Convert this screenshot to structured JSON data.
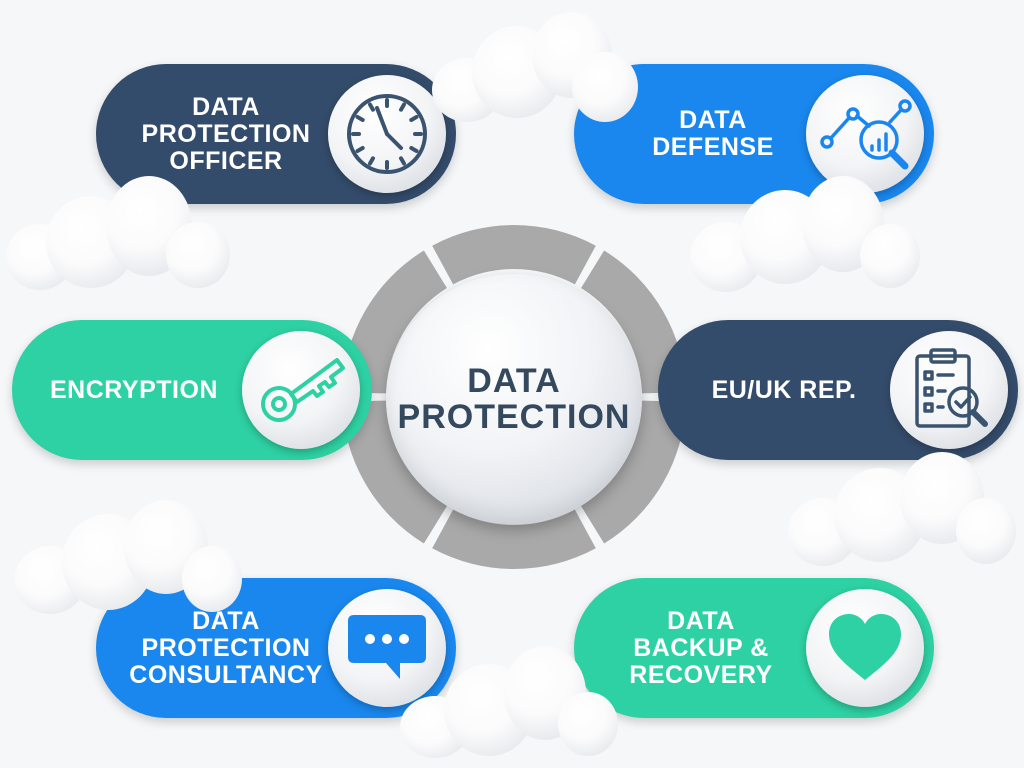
{
  "center": {
    "line1": "DATA",
    "line2": "PROTECTION"
  },
  "colors": {
    "navy": "#344c6b",
    "blue": "#1a87ee",
    "teal": "#2ed1a3",
    "ring_gray": "#a9a9a9",
    "center_text": "#34495e"
  },
  "items": [
    {
      "lines": [
        "DATA",
        "PROTECTION",
        "OFFICER"
      ],
      "icon": "clock-icon",
      "color": "navy"
    },
    {
      "lines": [
        "DATA",
        "DEFENSE"
      ],
      "icon": "analytics-magnifier-icon",
      "color": "blue"
    },
    {
      "lines": [
        "ENCRYPTION"
      ],
      "icon": "key-icon",
      "color": "teal"
    },
    {
      "lines": [
        "EU/UK REP."
      ],
      "icon": "checklist-clipboard-icon",
      "color": "navy"
    },
    {
      "lines": [
        "DATA",
        "PROTECTION",
        "CONSULTANCY"
      ],
      "icon": "chat-bubble-icon",
      "color": "blue"
    },
    {
      "lines": [
        "DATA",
        "BACKUP &",
        "RECOVERY"
      ],
      "icon": "heart-icon",
      "color": "teal"
    }
  ]
}
